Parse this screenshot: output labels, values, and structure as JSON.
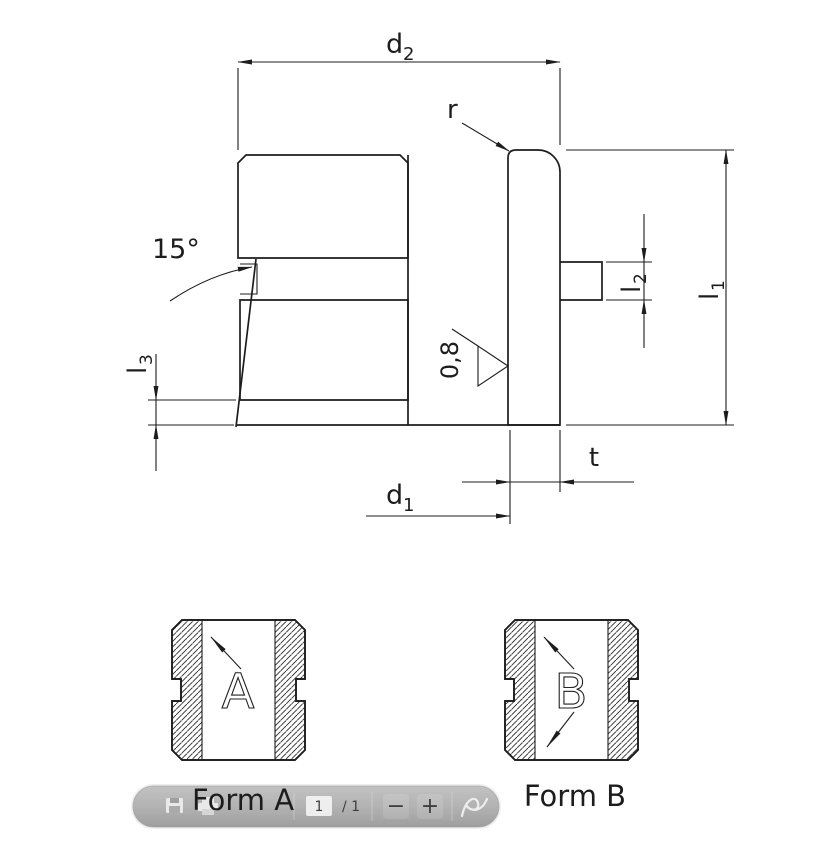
{
  "drawing": {
    "dimensions": {
      "d2": {
        "base": "d",
        "sub": "2"
      },
      "d1": {
        "base": "d",
        "sub": "1"
      },
      "l1": {
        "base": "l",
        "sub": "1"
      },
      "l2": {
        "base": "l",
        "sub": "2"
      },
      "l3": {
        "base": "l",
        "sub": "3"
      },
      "radius": "r",
      "thickness": "t",
      "angle": "15°",
      "surface_roughness": "0,8"
    },
    "forms": {
      "a": {
        "stamp_letter": "A",
        "caption": "Form A"
      },
      "b": {
        "stamp_letter": "B",
        "caption": "Form B"
      }
    }
  },
  "viewer_toolbar": {
    "page_current": "1",
    "page_total": "/ 1",
    "zoom_out_label": "−",
    "zoom_in_label": "+"
  },
  "colors": {
    "line": "#1d1d1d",
    "background": "#ffffff",
    "toolbar_gray": "#a3a3a3"
  }
}
